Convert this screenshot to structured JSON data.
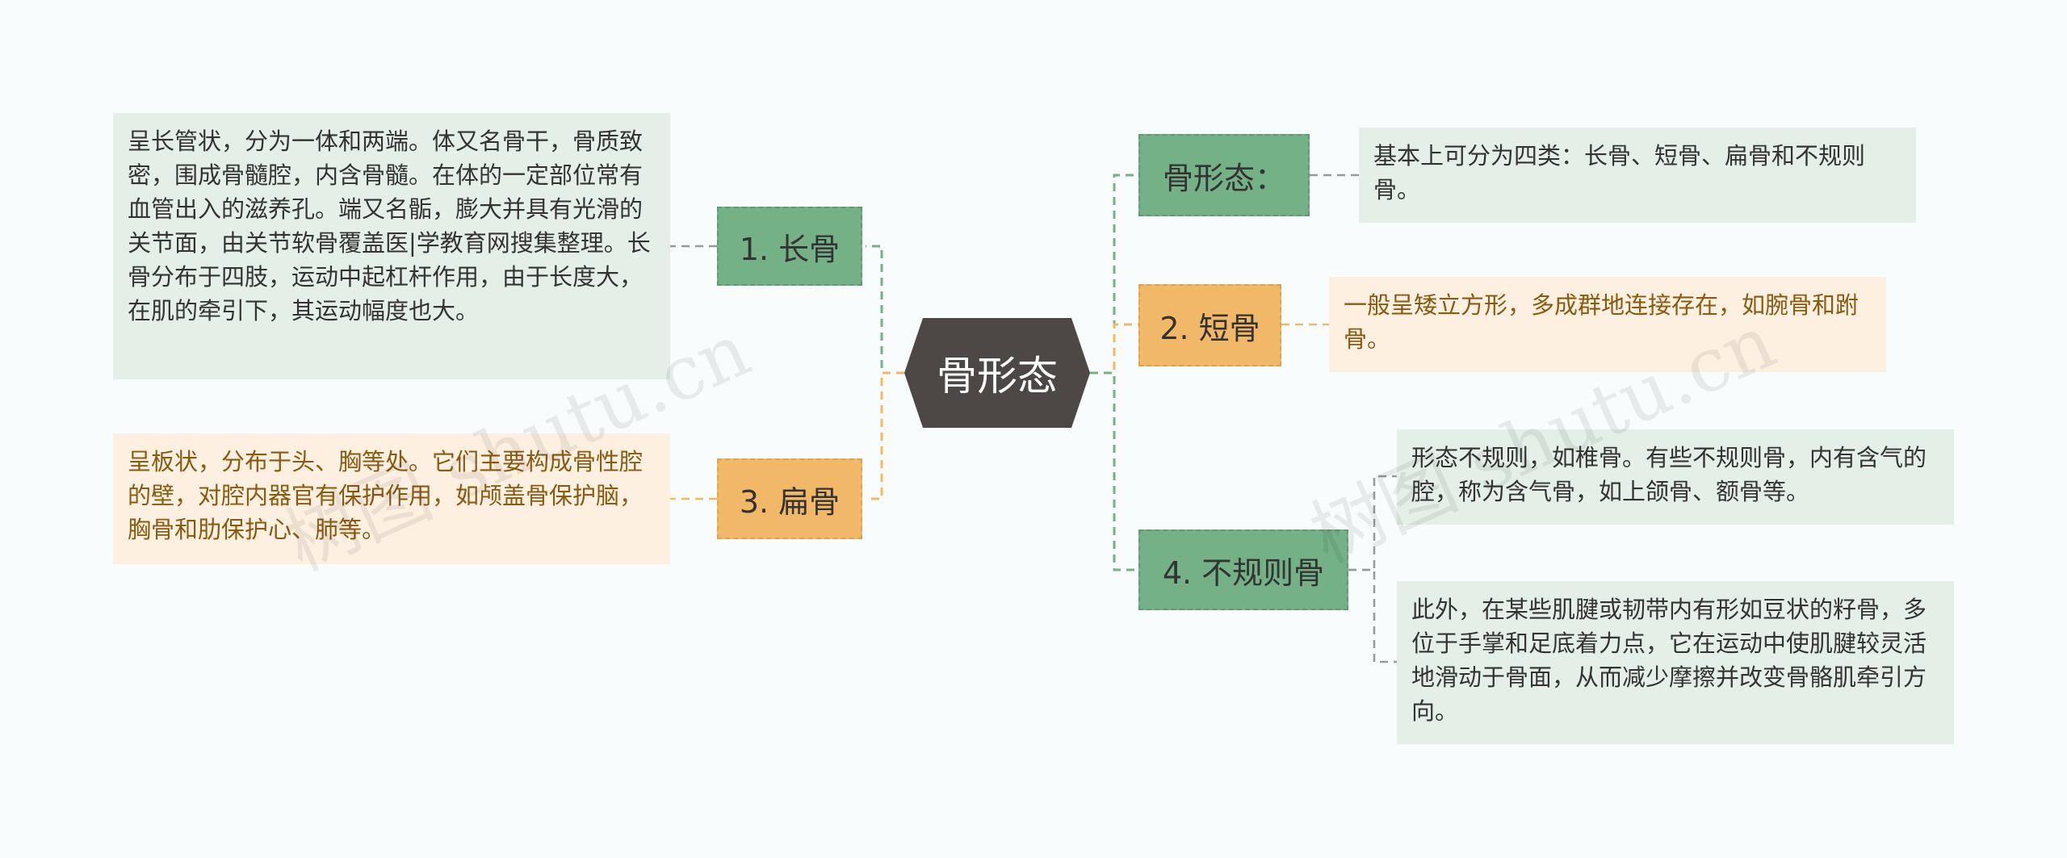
{
  "center": {
    "label": "骨形态"
  },
  "left": [
    {
      "label": "1. 长骨",
      "color": "#74b187",
      "note": "呈长管状，分为一体和两端。体又名骨干，骨质致密，围成骨髓腔，内含骨髓。在体的一定部位常有血管出入的滋养孔。端又名骺，膨大并具有光滑的关节面，由关节软骨覆盖医|学教育网搜集整理。长骨分布于四肢，运动中起杠杆作用，由于长度大，在肌的牵引下，其运动幅度也大。"
    },
    {
      "label": "3. 扁骨",
      "color": "#f1b967",
      "note": "呈板状，分布于头、胸等处。它们主要构成骨性腔的壁，对腔内器官有保护作用，如颅盖骨保护脑，胸骨和肋保护心、肺等。"
    }
  ],
  "right": [
    {
      "label": "骨形态：",
      "color": "#74b187",
      "note": "基本上可分为四类：长骨、短骨、扁骨和不规则骨。"
    },
    {
      "label": "2. 短骨",
      "color": "#f1b967",
      "note": "一般呈矮立方形，多成群地连接存在，如腕骨和跗骨。"
    },
    {
      "label": "4. 不规则骨",
      "color": "#74b187",
      "notes": [
        "形态不规则，如椎骨。有些不规则骨，内有含气的腔，称为含气骨，如上颌骨、额骨等。",
        "此外，在某些肌腱或韧带内有形如豆状的籽骨，多位于手掌和足底着力点，它在运动中使肌腱较灵活地滑动于骨面，从而减少摩擦并改变骨骼肌牵引方向。"
      ]
    }
  ],
  "watermark": [
    "树图 shutu.cn",
    "树图 shutu.cn"
  ]
}
